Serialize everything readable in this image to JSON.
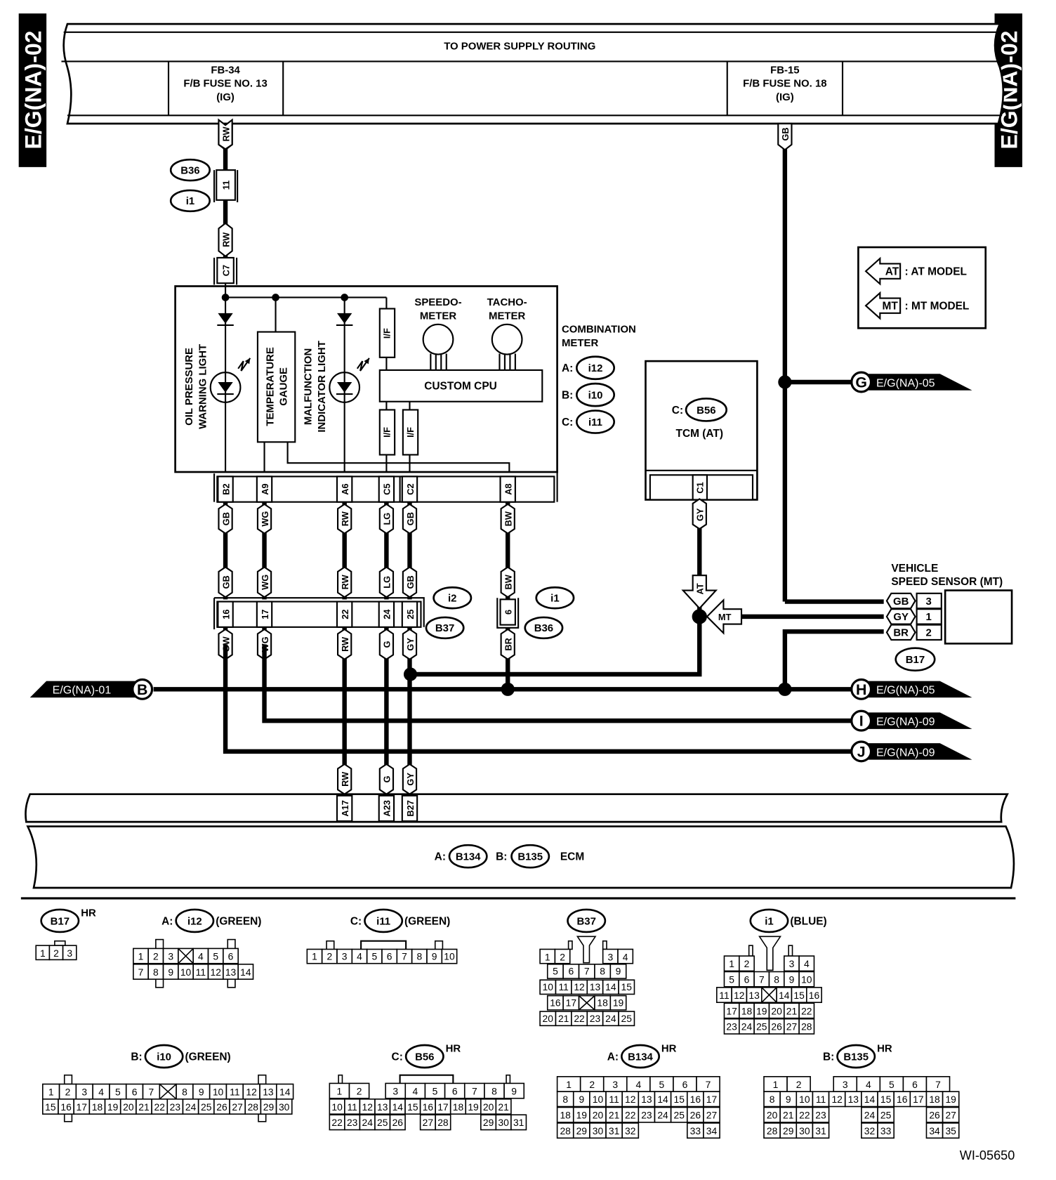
{
  "page_refs": {
    "left": "E/G(NA)-02",
    "right": "E/G(NA)-02"
  },
  "power_supply": {
    "title": "TO POWER SUPPLY ROUTING",
    "fuse_left": {
      "line1": "FB-34",
      "line2": "F/B FUSE NO. 13",
      "line3": "(IG)"
    },
    "fuse_right": {
      "line1": "FB-15",
      "line2": "F/B FUSE NO. 18",
      "line3": "(IG)"
    }
  },
  "upper_wiring": {
    "rw_top": "RW",
    "b36_label": "B36",
    "i1_label": "i1",
    "pin_11": "11",
    "rw_mid": "RW",
    "c7": "C7",
    "gb_right": "GB"
  },
  "combination_meter": {
    "title_line1": "COMBINATION",
    "title_line2": "METER",
    "connectors": [
      {
        "prefix": "A:",
        "id": "i12"
      },
      {
        "prefix": "B:",
        "id": "i10"
      },
      {
        "prefix": "C:",
        "id": "i11"
      }
    ],
    "oil_line1": "OIL PRESSURE",
    "oil_line2": "WARNING LIGHT",
    "temp_line1": "TEMPERATURE",
    "temp_line2": "GAUGE",
    "mil_line1": "MALFUNCTION",
    "mil_line2": "INDICATOR LIGHT",
    "speedo_line1": "SPEEDO-",
    "speedo_line2": "METER",
    "tacho_line1": "TACHO-",
    "tacho_line2": "METER",
    "cpu": "CUSTOM CPU",
    "if_label": "I/F",
    "pins": [
      "B2",
      "A9",
      "A6",
      "C5",
      "C2",
      "A8"
    ]
  },
  "wires": {
    "upper_colors": [
      "GB",
      "WG",
      "RW",
      "LG",
      "GB",
      "BW"
    ],
    "mid_colors": [
      "GB",
      "WG",
      "RW",
      "LG",
      "GB",
      "BW"
    ],
    "i2_pins": [
      "16",
      "17",
      "22",
      "24",
      "25"
    ],
    "b36_pin": "6",
    "lower_colors": [
      "GW",
      "WG",
      "RW",
      "G",
      "GY",
      "BR"
    ],
    "i2_label": "i2",
    "b37_label": "B37",
    "i1_label": "i1",
    "b36_label": "B36",
    "ecm_colors": [
      "RW",
      "G",
      "GY"
    ],
    "ecm_pins": [
      "A17",
      "A23",
      "B27"
    ]
  },
  "tcm": {
    "prefix": "C:",
    "id": "B56",
    "name": "TCM (AT)",
    "pin": "C1",
    "wire": "GY"
  },
  "legend": {
    "at_tag": "AT",
    "at_text": ": AT MODEL",
    "mt_tag": "MT",
    "mt_text": ": MT MODEL"
  },
  "vss": {
    "title_line1": "VEHICLE",
    "title_line2": "SPEED SENSOR (MT)",
    "rows": [
      {
        "wire": "GB",
        "pin": "3"
      },
      {
        "wire": "GY",
        "pin": "1"
      },
      {
        "wire": "BR",
        "pin": "2"
      }
    ],
    "connector": "B17",
    "at_tag": "AT",
    "mt_tag": "MT"
  },
  "links": {
    "B": {
      "letter": "B",
      "ref": "E/G(NA)-01"
    },
    "G": {
      "letter": "G",
      "ref": "E/G(NA)-05"
    },
    "H": {
      "letter": "H",
      "ref": "E/G(NA)-05"
    },
    "I": {
      "letter": "I",
      "ref": "E/G(NA)-09"
    },
    "J": {
      "letter": "J",
      "ref": "E/G(NA)-09"
    }
  },
  "ecm": {
    "a_prefix": "A:",
    "a_id": "B134",
    "b_prefix": "B:",
    "b_id": "B135",
    "name": "ECM"
  },
  "connector_views": {
    "b17": {
      "id": "B17",
      "suffix": "HR",
      "pins": [
        "1",
        "2",
        "3"
      ]
    },
    "i12": {
      "prefix": "A:",
      "id": "i12",
      "suffix": "(GREEN)",
      "row1": [
        "1",
        "2",
        "3",
        "X",
        "4",
        "5",
        "6"
      ],
      "row2": [
        "7",
        "8",
        "9",
        "10",
        "11",
        "12",
        "13",
        "14"
      ]
    },
    "i11": {
      "prefix": "C:",
      "id": "i11",
      "suffix": "(GREEN)",
      "pins": [
        "1",
        "2",
        "3",
        "4",
        "5",
        "6",
        "7",
        "8",
        "9",
        "10"
      ]
    },
    "b37": {
      "id": "B37",
      "row1": [
        "1",
        "2",
        "3",
        "4"
      ],
      "row2": [
        "5",
        "6",
        "7",
        "8",
        "9"
      ],
      "row3": [
        "10",
        "11",
        "12",
        "13",
        "14",
        "15"
      ],
      "row4": [
        "16",
        "17",
        "X",
        "18",
        "19"
      ],
      "row5": [
        "20",
        "21",
        "22",
        "23",
        "24",
        "25"
      ]
    },
    "i1": {
      "id": "i1",
      "suffix": "(BLUE)",
      "row1": [
        "1",
        "2",
        "3",
        "4"
      ],
      "row2": [
        "5",
        "6",
        "7",
        "8",
        "9",
        "10"
      ],
      "row3": [
        "11",
        "12",
        "13",
        "X",
        "14",
        "15",
        "16"
      ],
      "row4": [
        "17",
        "18",
        "19",
        "20",
        "21",
        "22"
      ],
      "row5": [
        "23",
        "24",
        "25",
        "26",
        "27",
        "28"
      ]
    },
    "i10": {
      "prefix": "B:",
      "id": "i10",
      "suffix": "(GREEN)",
      "row1": [
        "1",
        "2",
        "3",
        "4",
        "5",
        "6",
        "7",
        "X",
        "8",
        "9",
        "10",
        "11",
        "12",
        "13",
        "14"
      ],
      "row2": [
        "15",
        "16",
        "17",
        "18",
        "19",
        "20",
        "21",
        "22",
        "23",
        "24",
        "25",
        "26",
        "27",
        "28",
        "29",
        "30"
      ]
    },
    "b56": {
      "prefix": "C:",
      "id": "B56",
      "suffix": "HR",
      "row1": [
        "1",
        "2",
        "3",
        "4",
        "5",
        "6",
        "7",
        "8",
        "9"
      ],
      "row2": [
        "10",
        "11",
        "12",
        "13",
        "14",
        "15",
        "16",
        "17",
        "18",
        "19",
        "20",
        "21"
      ],
      "row3": [
        "22",
        "23",
        "24",
        "25",
        "26",
        "27",
        "28",
        "29",
        "30",
        "31"
      ]
    },
    "b134": {
      "prefix": "A:",
      "id": "B134",
      "suffix": "HR",
      "row1": [
        "1",
        "2",
        "3",
        "4",
        "5",
        "6",
        "7"
      ],
      "row2": [
        "8",
        "9",
        "10",
        "11",
        "12",
        "13",
        "14",
        "15",
        "16",
        "17"
      ],
      "row3": [
        "18",
        "19",
        "20",
        "21",
        "22",
        "23",
        "24",
        "25",
        "26",
        "27"
      ],
      "row4": [
        "28",
        "29",
        "30",
        "31",
        "32",
        "33",
        "34"
      ]
    },
    "b135": {
      "prefix": "B:",
      "id": "B135",
      "suffix": "HR",
      "row1": [
        "1",
        "2",
        "3",
        "4",
        "5",
        "6",
        "7"
      ],
      "row2": [
        "8",
        "9",
        "10",
        "11",
        "12",
        "13",
        "14",
        "15",
        "16",
        "17",
        "18",
        "19"
      ],
      "row3": [
        "20",
        "21",
        "22",
        "23",
        "24",
        "25",
        "26",
        "27"
      ],
      "row4": [
        "28",
        "29",
        "30",
        "31",
        "32",
        "33",
        "34",
        "35"
      ]
    }
  },
  "figure_id": "WI-05650"
}
